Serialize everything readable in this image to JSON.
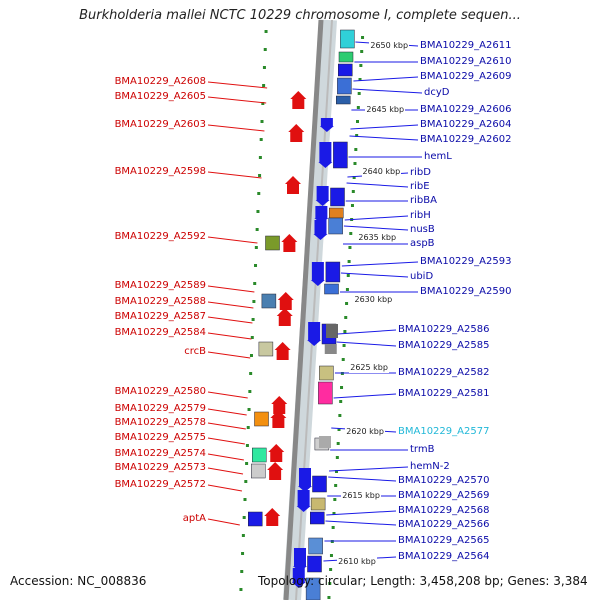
{
  "title": "Burkholderia mallei NCTC 10229 chromosome I, complete sequen...",
  "footer": {
    "accession": "Accession: NC_008836",
    "topology": "Topology: circular; Length: 3,458,208 bp; Genes: 3,384"
  },
  "kbp_markers": [
    "2650 kbp",
    "2645 kbp",
    "2640 kbp",
    "2635 kbp",
    "2630 kbp",
    "2625 kbp",
    "2620 kbp",
    "2615 kbp",
    "2610 kbp"
  ],
  "right_labels": [
    {
      "text": "BMA10229_A2611",
      "color": "blue"
    },
    {
      "text": "BMA10229_A2610",
      "color": "blue"
    },
    {
      "text": "BMA10229_A2609",
      "color": "blue"
    },
    {
      "text": "dcyD",
      "color": "blue"
    },
    {
      "text": "BMA10229_A2606",
      "color": "blue"
    },
    {
      "text": "BMA10229_A2604",
      "color": "blue"
    },
    {
      "text": "BMA10229_A2602",
      "color": "blue"
    },
    {
      "text": "hemL",
      "color": "blue"
    },
    {
      "text": "ribD",
      "color": "blue"
    },
    {
      "text": "ribE",
      "color": "blue"
    },
    {
      "text": "ribBA",
      "color": "blue"
    },
    {
      "text": "ribH",
      "color": "blue"
    },
    {
      "text": "nusB",
      "color": "blue"
    },
    {
      "text": "aspB",
      "color": "blue"
    },
    {
      "text": "BMA10229_A2593",
      "color": "blue"
    },
    {
      "text": "ubiD",
      "color": "blue"
    },
    {
      "text": "BMA10229_A2590",
      "color": "blue"
    },
    {
      "text": "BMA10229_A2586",
      "color": "blue"
    },
    {
      "text": "BMA10229_A2585",
      "color": "blue"
    },
    {
      "text": "BMA10229_A2582",
      "color": "blue"
    },
    {
      "text": "BMA10229_A2581",
      "color": "blue"
    },
    {
      "text": "BMA10229_A2577",
      "color": "cyan"
    },
    {
      "text": "trmB",
      "color": "blue"
    },
    {
      "text": "hemN-2",
      "color": "blue"
    },
    {
      "text": "BMA10229_A2570",
      "color": "blue"
    },
    {
      "text": "BMA10229_A2569",
      "color": "blue"
    },
    {
      "text": "BMA10229_A2568",
      "color": "blue"
    },
    {
      "text": "BMA10229_A2566",
      "color": "blue"
    },
    {
      "text": "BMA10229_A2565",
      "color": "blue"
    },
    {
      "text": "BMA10229_A2564",
      "color": "blue"
    }
  ],
  "left_labels": [
    {
      "text": "BMA10229_A2608"
    },
    {
      "text": "BMA10229_A2605"
    },
    {
      "text": "BMA10229_A2603"
    },
    {
      "text": "BMA10229_A2598"
    },
    {
      "text": "BMA10229_A2592"
    },
    {
      "text": "BMA10229_A2589"
    },
    {
      "text": "BMA10229_A2588"
    },
    {
      "text": "BMA10229_A2587"
    },
    {
      "text": "BMA10229_A2584"
    },
    {
      "text": "crcB"
    },
    {
      "text": "BMA10229_A2580"
    },
    {
      "text": "BMA10229_A2579"
    },
    {
      "text": "BMA10229_A2578"
    },
    {
      "text": "BMA10229_A2575"
    },
    {
      "text": "BMA10229_A2574"
    },
    {
      "text": "BMA10229_A2573"
    },
    {
      "text": "BMA10229_A2572"
    },
    {
      "text": "aptA"
    }
  ],
  "colors": {
    "label_blue": "#0a0aa8",
    "label_red": "#cc0000",
    "label_cyan": "#22b8d8",
    "gene_blue": "#1a1ae6",
    "gene_red": "#e01010",
    "backbone": "#888888",
    "tick_green": "#2a8a2a"
  }
}
